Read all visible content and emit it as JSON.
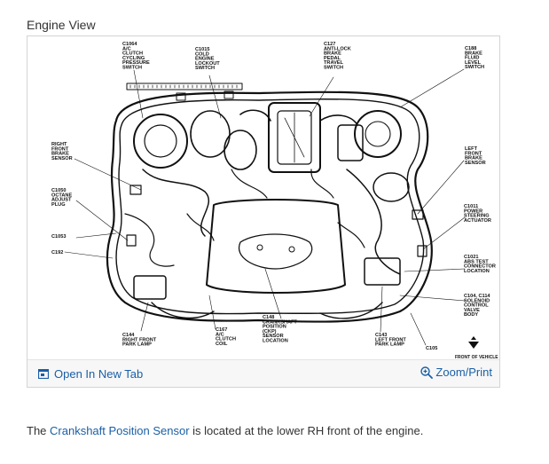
{
  "heading": "Engine View",
  "figure": {
    "labels": {
      "c1064": [
        "C1064",
        "A/C",
        "CLUTCH",
        "CYCLING",
        "PRESSURE",
        "SWITCH"
      ],
      "c1015": [
        "C1015",
        "COLD",
        "ENGINE",
        "LOCKOUT",
        "SWITCH"
      ],
      "c127": [
        "C127",
        "ANTI-LOCK",
        "BRAKE",
        "PEDAL",
        "TRAVEL",
        "SWITCH"
      ],
      "c188": [
        "C188",
        "BRAKE",
        "FLUID",
        "LEVEL",
        "SWITCH"
      ],
      "right_front_brake": [
        "RIGHT",
        "FRONT",
        "BRAKE",
        "SENSOR"
      ],
      "left_front_brake": [
        "LEFT",
        "FRONT",
        "BRAKE",
        "SENSOR"
      ],
      "c1050": [
        "C1050",
        "OCTANE",
        "ADJUST",
        "PLUG"
      ],
      "c1011": [
        "C1011",
        "POWER",
        "STEERING",
        "ACTUATOR"
      ],
      "c1053": [
        "C1053"
      ],
      "c192": [
        "C192"
      ],
      "c1021": [
        "C1021",
        "ABS TEST",
        "CONNECTOR",
        "LOCATION"
      ],
      "c104": [
        "C104, C114",
        "SOLENOID",
        "CONTROL",
        "VALVE",
        "BODY"
      ],
      "c144": [
        "C144",
        "RIGHT FRONT",
        "PARK LAMP"
      ],
      "c167": [
        "C167",
        "A/C",
        "CLUTCH",
        "COIL"
      ],
      "c148": [
        "C148",
        "CRANKSHAFT",
        "POSITION",
        "(CKP)",
        "SENSOR",
        "LOCATION"
      ],
      "c143": [
        "C143",
        "LEFT FRONT",
        "PARK LAMP"
      ],
      "c105": [
        "C105"
      ],
      "front_of_vehicle": [
        "FRONT OF VEHICLE"
      ]
    },
    "open_tab_label": "Open In New Tab",
    "zoom_label": "Zoom/Print"
  },
  "caption": {
    "before": "The ",
    "link": "Crankshaft Position Sensor",
    "after": " is located at the lower RH front of the engine."
  }
}
